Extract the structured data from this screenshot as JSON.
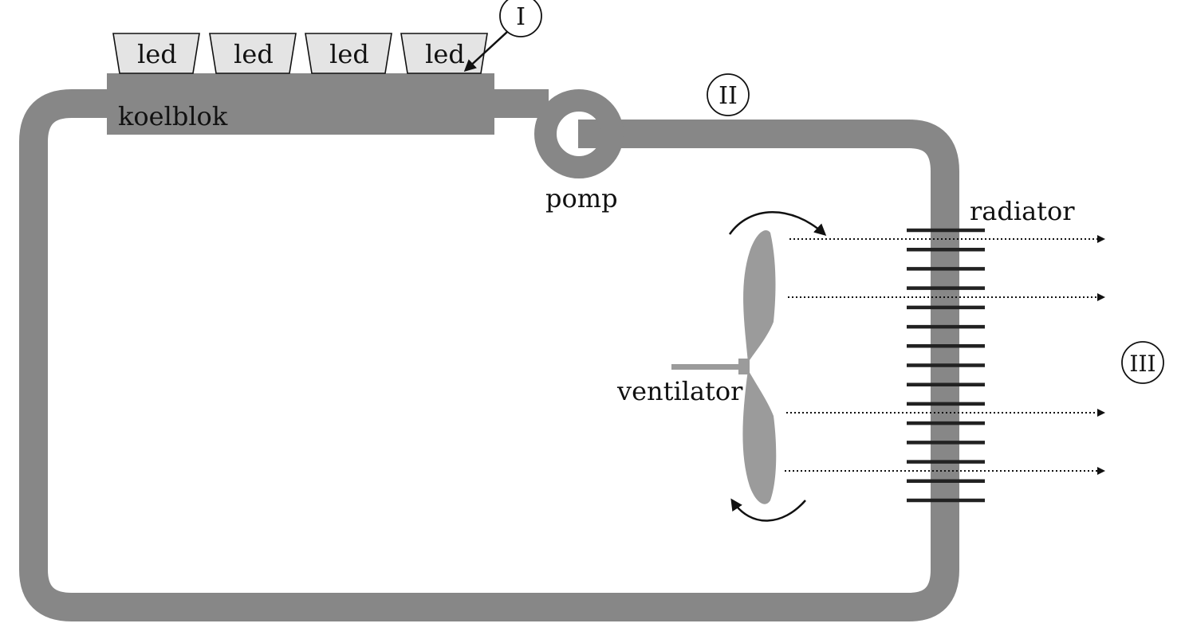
{
  "labels": {
    "led": "led",
    "koelblok": "koelblok",
    "pomp": "pomp",
    "radiator": "radiator",
    "ventilator": "ventilator",
    "marker_1": "I",
    "marker_2": "II",
    "marker_3": "III"
  },
  "leds": [
    "led",
    "led",
    "led",
    "led"
  ],
  "radiator": {
    "fin_count": 15
  },
  "airflow": {
    "arrow_count": 4
  },
  "colors": {
    "tube": "#878787",
    "koelblok": "#878787",
    "led_fill": "#e4e4e4",
    "fan": "#9b9b9b",
    "fins": "#222222",
    "ink": "#111111"
  }
}
